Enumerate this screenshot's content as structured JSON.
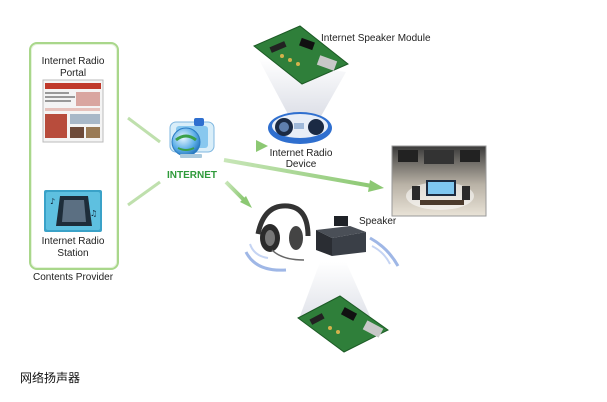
{
  "diagram": {
    "contents_provider": {
      "portal_label_line1": "Internet Radio",
      "portal_label_line2": "Portal",
      "station_label_line1": "Internet Radio",
      "station_label_line2": "Station",
      "group_label": "Contents Provider"
    },
    "internet_label": "INTERNET",
    "module_label": "Internet Speaker Module",
    "radio_device_line1": "Internet Radio",
    "radio_device_line2": "Device",
    "speaker_label": "Speaker"
  },
  "caption": "网络扬声器",
  "colors": {
    "green_accent": "#2e9a3a",
    "arrow_green": "#9fd08a",
    "box_border": "#a9d78b",
    "device_blue": "#2f6fcf",
    "pcb_green": "#2f7f3a"
  },
  "icons": [
    "portal-screenshot-icon",
    "radio-station-icon",
    "internet-globe-icon",
    "pcb-module-icon",
    "radio-device-icon",
    "tv-speaker-room-icon",
    "headphones-icon",
    "speaker-icon"
  ]
}
